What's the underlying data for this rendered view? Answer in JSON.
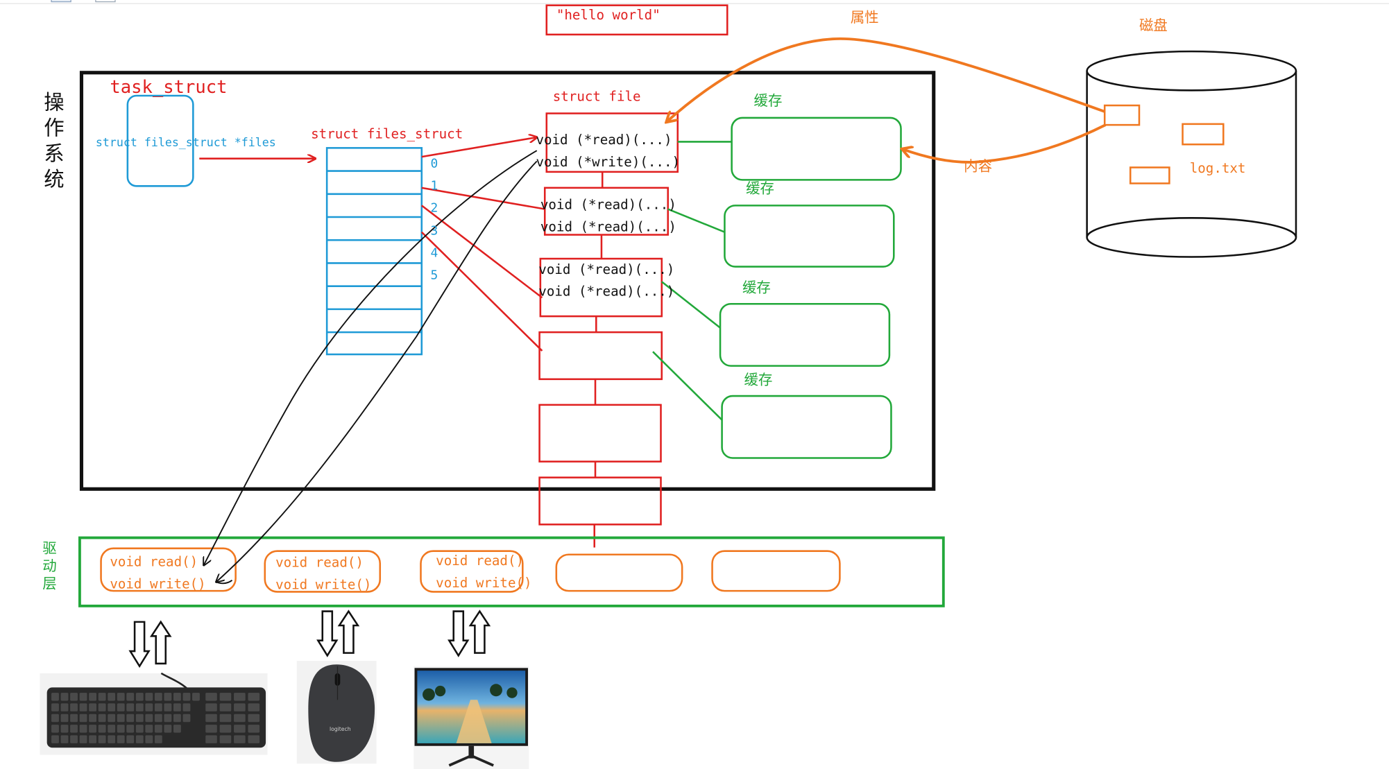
{
  "top_string": "\"hello world\"",
  "os_label": "操作系统",
  "driver_label": "驱动层",
  "task_struct": {
    "title": "task_struct",
    "field": "struct files_struct *files"
  },
  "files_struct": {
    "title": "struct files_struct",
    "indices": [
      "0",
      "1",
      "2",
      "3",
      "4",
      "5"
    ]
  },
  "struct_file": {
    "title": "struct file",
    "nodes": [
      {
        "line1": "void (*read)(...)",
        "line2": "void (*write)(...)"
      },
      {
        "line1": "void (*read)(...)",
        "line2": "void (*read)(...)"
      },
      {
        "line1": "void (*read)(...)",
        "line2": "void (*read)(...)"
      }
    ]
  },
  "cache_label": "缓存",
  "disk": {
    "title": "磁盘",
    "file_name": "log.txt",
    "attr_label": "属性",
    "content_label": "内容"
  },
  "drivers": [
    {
      "read": "void read()",
      "write": "void write()"
    },
    {
      "read": "void read()",
      "write": "void write()"
    },
    {
      "read": "void read()",
      "write": "void write()"
    }
  ],
  "devices": [
    "keyboard",
    "mouse",
    "monitor"
  ],
  "mouse_brand": "logitech",
  "colors": {
    "red": "#e02020",
    "blue": "#1e9ad6",
    "green": "#22a83a",
    "orange": "#f07820",
    "black": "#111111"
  }
}
